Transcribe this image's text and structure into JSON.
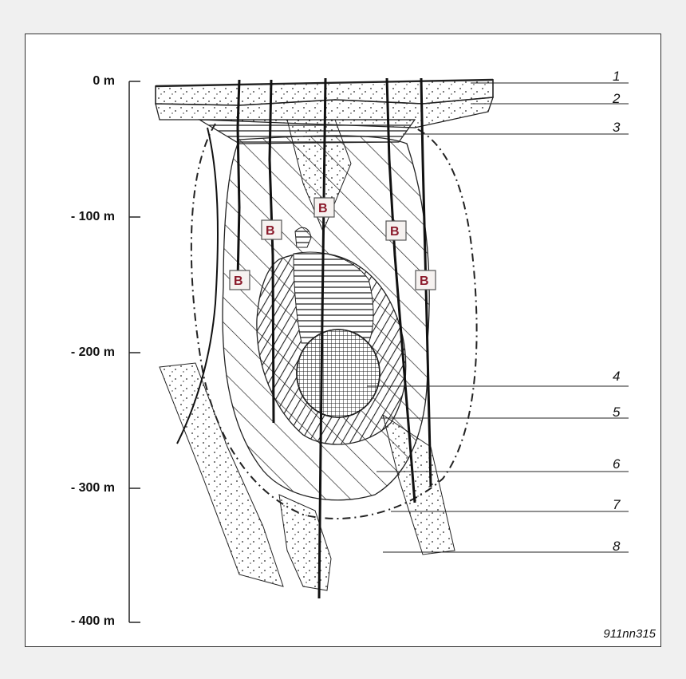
{
  "axis": {
    "labels": [
      "0 m",
      "- 100 m",
      "- 200 m",
      "- 300 m",
      "- 400 m"
    ]
  },
  "legend": [
    "1",
    "2",
    "3",
    "4",
    "5",
    "6",
    "7",
    "8"
  ],
  "borehole_marker": "B",
  "figure_code": "911nn315"
}
